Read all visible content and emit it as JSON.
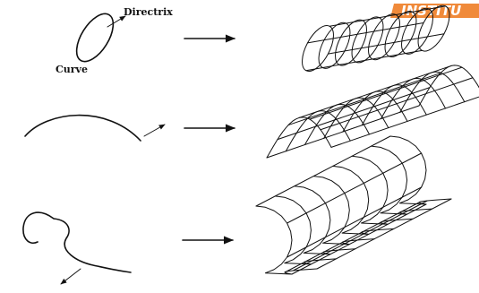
{
  "labels": {
    "directrix": "Directrix",
    "curve": "Curve"
  },
  "watermark": {
    "text": "INSTITU",
    "color": "#f08a3a"
  }
}
